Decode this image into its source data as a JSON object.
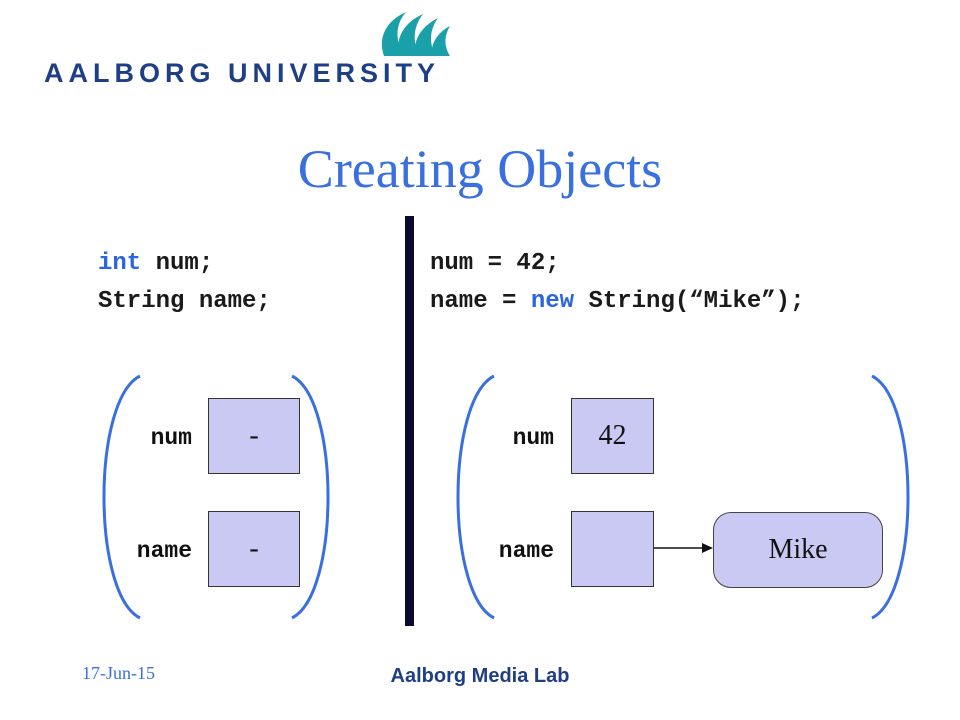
{
  "header": {
    "logo_text": "AALBORG UNIVERSITY"
  },
  "title": "Creating Objects",
  "left": {
    "code": [
      {
        "keyword": "int",
        "rest": " num;"
      },
      {
        "text": "String name;"
      }
    ],
    "vars": [
      {
        "label": "num",
        "value": "-"
      },
      {
        "label": "name",
        "value": "-"
      }
    ]
  },
  "right": {
    "code": [
      {
        "text": "num = 42;"
      },
      {
        "before": "name = ",
        "keyword": "new",
        "after": " String(“Mike”);"
      }
    ],
    "vars": [
      {
        "label": "num",
        "value": "42"
      },
      {
        "label": "name",
        "value": ""
      }
    ],
    "object_value": "Mike"
  },
  "footer": {
    "date": "17-Jun-15",
    "lab": "Aalborg Media Lab"
  }
}
